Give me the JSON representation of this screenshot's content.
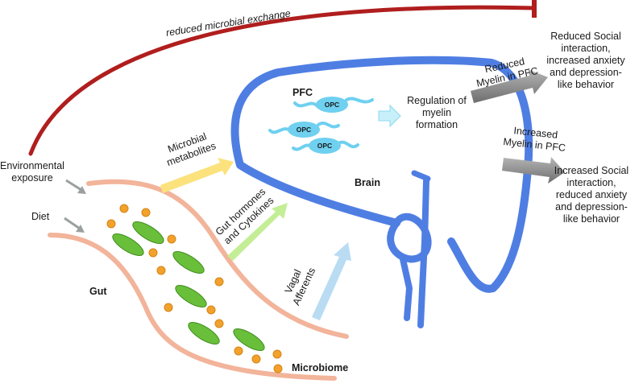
{
  "colors": {
    "brain": "#4f7ee3",
    "gut_wall": "#f2b49a",
    "bacteria_rod": "#6abf3a",
    "metabolite_dot": "#f2a22c",
    "opc": "#6fd0f0",
    "inhibit_arc": "#b01e1e",
    "arrow_metabolites": "#fbe27d",
    "arrow_hormones": "#c4ee95",
    "arrow_vagal": "#b9dcf3",
    "arrow_regulation": "#c7f0fa",
    "arrow_outcome": "#8c8c8c",
    "arrow_input": "#9aa0a0"
  },
  "labels": {
    "reduced_microbial_exchange": "reduced microbial exchange",
    "environmental_exposure_1": "Environmental",
    "environmental_exposure_2": "exposure",
    "diet": "Diet",
    "gut": "Gut",
    "microbiome": "Microbiome",
    "brain": "Brain",
    "pfc": "PFC",
    "opc": "OPC",
    "microbial_metabolites_1": "Microbial",
    "microbial_metabolites_2": "metabolites",
    "gut_hormones_1": "Gut hormones",
    "gut_hormones_2": "and Cytokines",
    "vagal_1": "Vagal",
    "vagal_2": "Afferents",
    "regulation_1": "Regulation of",
    "regulation_2": "myelin",
    "regulation_3": "formation",
    "reduced_myelin_1": "Reduced",
    "reduced_myelin_2": "Myelin in PFC",
    "increased_myelin_1": "Increased",
    "increased_myelin_2": "Myelin in PFC",
    "outcome_reduced_1": "Reduced Social",
    "outcome_reduced_2": "interaction,",
    "outcome_reduced_3": "increased anxiety",
    "outcome_reduced_4": "and depression-",
    "outcome_reduced_5": "like behavior",
    "outcome_increased_1": "Increased Social",
    "outcome_increased_2": "interaction,",
    "outcome_increased_3": "reduced anxiety",
    "outcome_increased_4": "and depression-",
    "outcome_increased_5": "like behavior"
  }
}
